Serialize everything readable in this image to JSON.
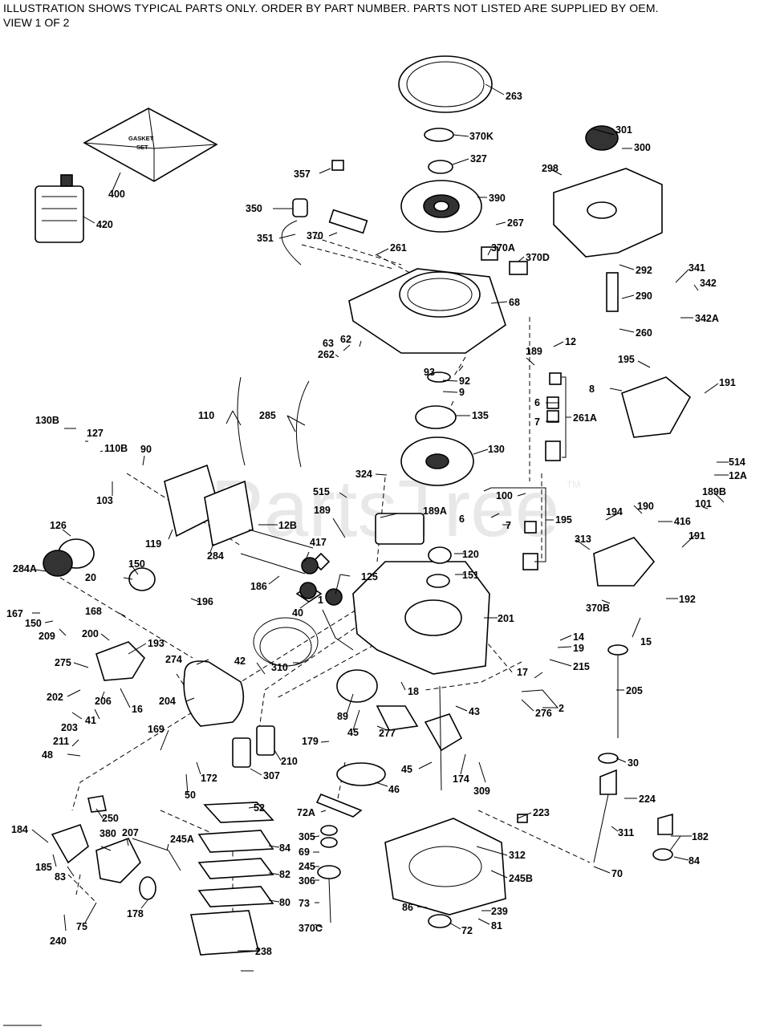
{
  "header": {
    "disclaimer": "ILLUSTRATION SHOWS TYPICAL PARTS ONLY. ORDER BY PART NUMBER. PARTS NOT LISTED ARE SUPPLIED BY OEM.",
    "view": "VIEW 1 OF 2"
  },
  "watermark": {
    "text": "PartsTree",
    "tm": "TM"
  },
  "box_text": [
    "GASKET",
    "SET"
  ],
  "labels": [
    "263",
    "370K",
    "327",
    "301",
    "300",
    "357",
    "390",
    "298",
    "350",
    "370",
    "267",
    "351",
    "261",
    "370A",
    "370D",
    "400",
    "420",
    "292",
    "341",
    "342",
    "290",
    "342A",
    "260",
    "68",
    "63",
    "62",
    "262",
    "93",
    "92",
    "9",
    "12",
    "189",
    "195",
    "191",
    "8",
    "6",
    "7",
    "261A",
    "130B",
    "127",
    "110B",
    "110",
    "285",
    "135",
    "90",
    "130",
    "103",
    "324",
    "515",
    "514",
    "12A",
    "100",
    "189A",
    "189B",
    "101",
    "189",
    "194",
    "190",
    "416",
    "126",
    "12B",
    "6",
    "7",
    "195",
    "191",
    "313",
    "120",
    "119",
    "284",
    "150",
    "417",
    "284A",
    "20",
    "151",
    "125",
    "186",
    "196",
    "192",
    "370B",
    "168",
    "167",
    "150",
    "40",
    "1",
    "201",
    "209",
    "200",
    "193",
    "15",
    "14",
    "19",
    "215",
    "275",
    "274",
    "42",
    "310",
    "205",
    "202",
    "206",
    "16",
    "17",
    "2",
    "18",
    "276",
    "204",
    "203",
    "41",
    "89",
    "43",
    "45",
    "277",
    "169",
    "210",
    "211",
    "48",
    "179",
    "172",
    "307",
    "30",
    "45",
    "174",
    "50",
    "46",
    "309",
    "224",
    "250",
    "52",
    "72A",
    "223",
    "184",
    "380",
    "207",
    "245A",
    "84",
    "305",
    "311",
    "182",
    "185",
    "83",
    "69",
    "312",
    "84",
    "245",
    "82",
    "306",
    "70",
    "245B",
    "80",
    "73",
    "86",
    "239",
    "178",
    "75",
    "72",
    "81",
    "370C",
    "240",
    "238"
  ]
}
